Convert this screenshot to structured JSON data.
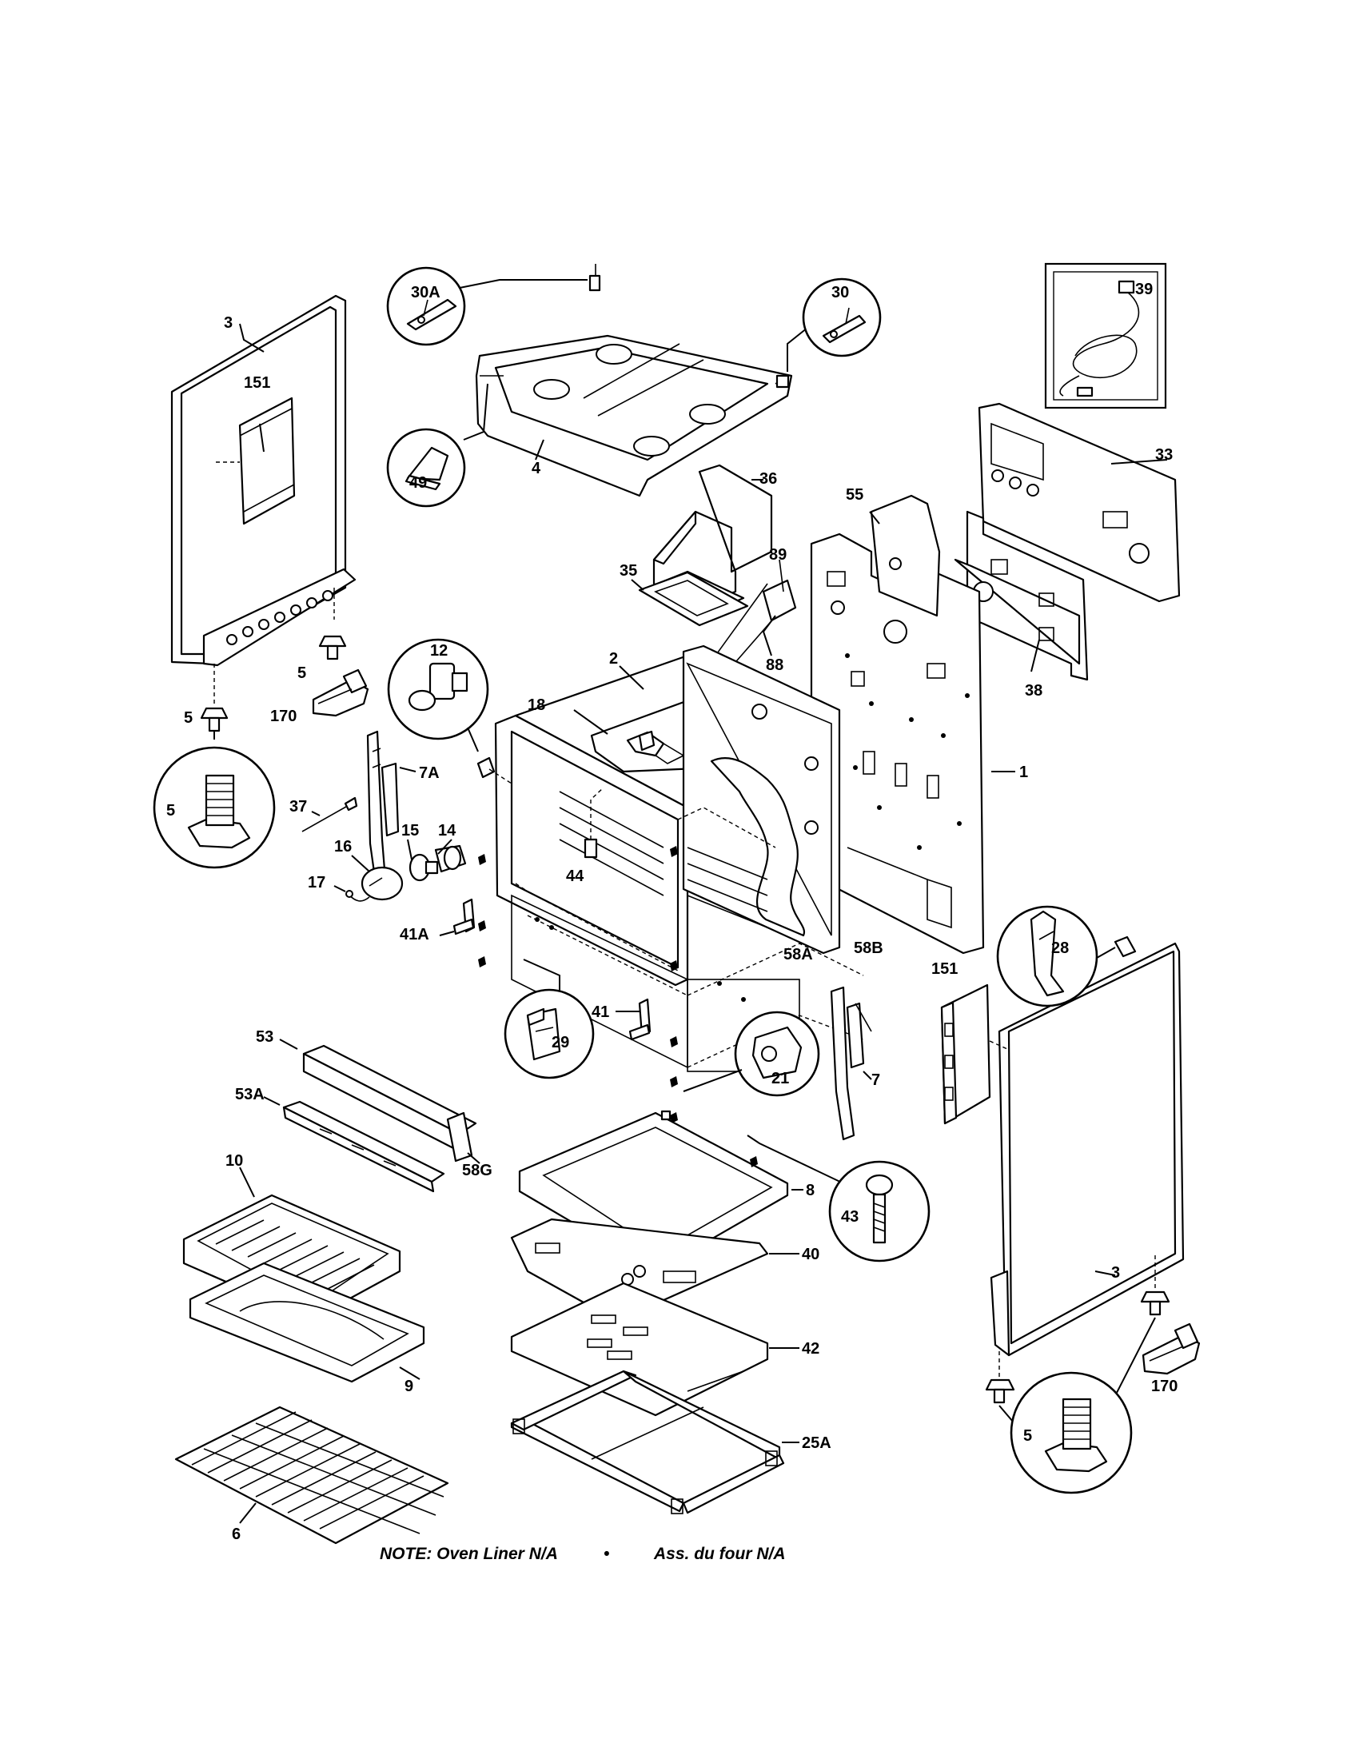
{
  "labels": {
    "p3_left": "3",
    "p151_left": "151",
    "p5_a": "5",
    "p5_b": "5",
    "p5_c": "5",
    "p170_left": "170",
    "p30A": "30A",
    "p49": "49",
    "p4": "4",
    "p30": "30",
    "p39": "39",
    "p33": "33",
    "p36": "36",
    "p55": "55",
    "p35": "35",
    "p89": "89",
    "p88": "88",
    "p38": "38",
    "p12": "12",
    "p2": "2",
    "p18": "18",
    "p1": "1",
    "p7A": "7A",
    "p37": "37",
    "p15": "15",
    "p14": "14",
    "p16": "16",
    "p17": "17",
    "p44": "44",
    "p41A": "41A",
    "p58A": "58A",
    "p58B": "58B",
    "p151_right": "151",
    "p28": "28",
    "p29": "29",
    "p41": "41",
    "p21": "21",
    "p7": "7",
    "p53": "53",
    "p53A": "53A",
    "p58G": "58G",
    "p10": "10",
    "p8": "8",
    "p43": "43",
    "p40": "40",
    "p3_right": "3",
    "p9": "9",
    "p42": "42",
    "p25A": "25A",
    "p170_right": "170",
    "p5_d": "5",
    "p6": "6"
  },
  "note": {
    "english": "NOTE: Oven Liner N/A",
    "separator": "•",
    "french": "Ass. du four N/A"
  }
}
